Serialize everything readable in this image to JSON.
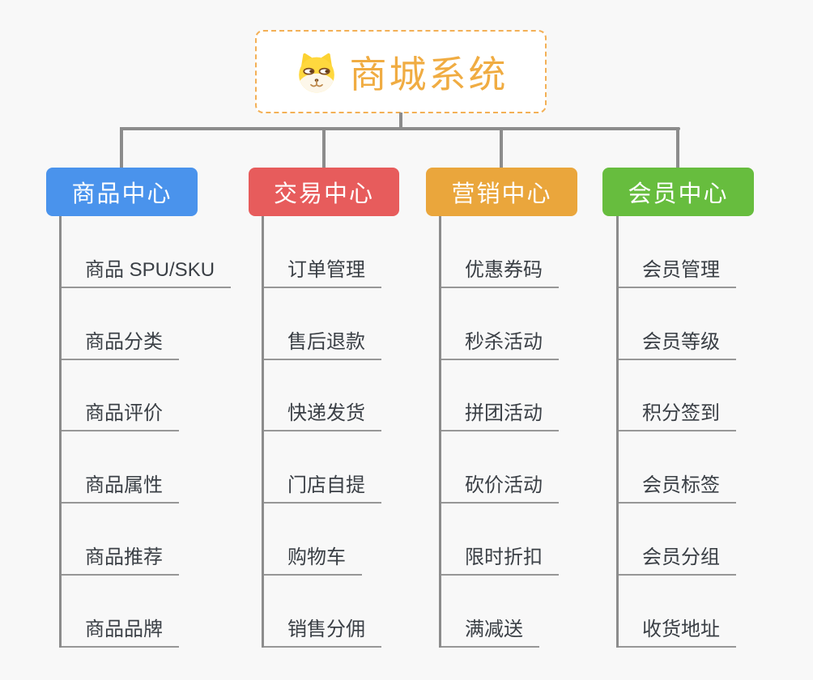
{
  "root": {
    "title": "商城系统",
    "icon": "doge-icon",
    "title_color": "#f0ac42",
    "border_color": "#f3b056"
  },
  "connector_color": "#8c8c8c",
  "underline_color": "#979797",
  "branches": [
    {
      "label": "商品中心",
      "color": "#4a93ec",
      "children": [
        "商品 SPU/SKU",
        "商品分类",
        "商品评价",
        "商品属性",
        "商品推荐",
        "商品品牌"
      ]
    },
    {
      "label": "交易中心",
      "color": "#e75c5c",
      "children": [
        "订单管理",
        "售后退款",
        "快递发货",
        "门店自提",
        "购物车",
        "销售分佣"
      ]
    },
    {
      "label": "营销中心",
      "color": "#eaa63c",
      "children": [
        "优惠券码",
        "秒杀活动",
        "拼团活动",
        "砍价活动",
        "限时折扣",
        "满减送"
      ]
    },
    {
      "label": "会员中心",
      "color": "#67bd3e",
      "children": [
        "会员管理",
        "会员等级",
        "积分签到",
        "会员标签",
        "会员分组",
        "收货地址"
      ]
    }
  ]
}
